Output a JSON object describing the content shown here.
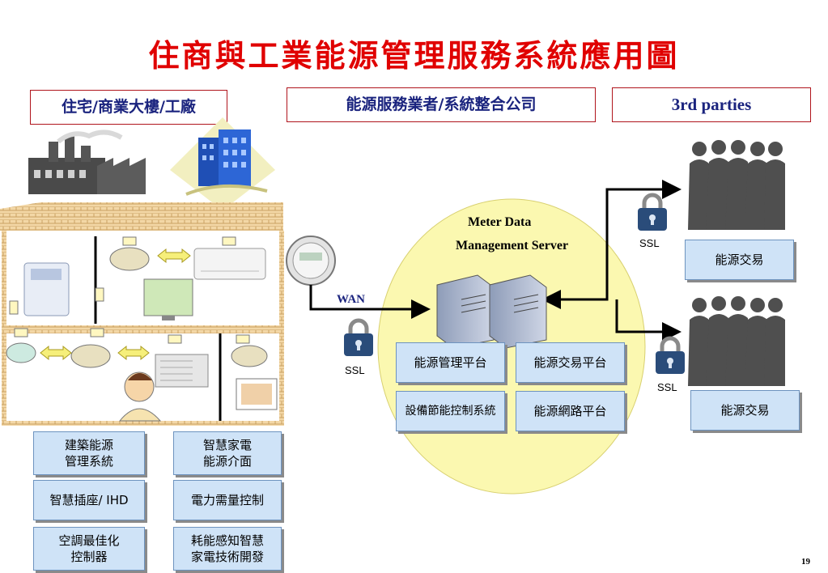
{
  "title": "住商與工業能源管理服務系統應用圖",
  "headers": {
    "building": "住宅/商業大樓/工廠",
    "provider": "能源服務業者/系統整合公司",
    "third": "3rd parties"
  },
  "labels": {
    "wan": "WAN",
    "ssl": "SSL",
    "server_line1": "Meter Data",
    "server_line2": "Management Server"
  },
  "server_modules": [
    "能源管理平台",
    "能源交易平台",
    "設備節能控制系統",
    "能源網路平台"
  ],
  "third_party_boxes": [
    "能源交易",
    "能源交易"
  ],
  "building_features": [
    "建築能源\n管理系統",
    "智慧家電\n能源介面",
    "智慧插座/ IHD",
    "電力需量控制",
    "空調最佳化\n控制器",
    "耗能感知智慧\n家電技術開發"
  ],
  "page_number": "19",
  "colors": {
    "title": "#e00000",
    "header_text": "#1a237e",
    "header_border": "#b0141c",
    "box_fill": "#cfe3f7",
    "ellipse_fill": "#fbf8b0"
  }
}
